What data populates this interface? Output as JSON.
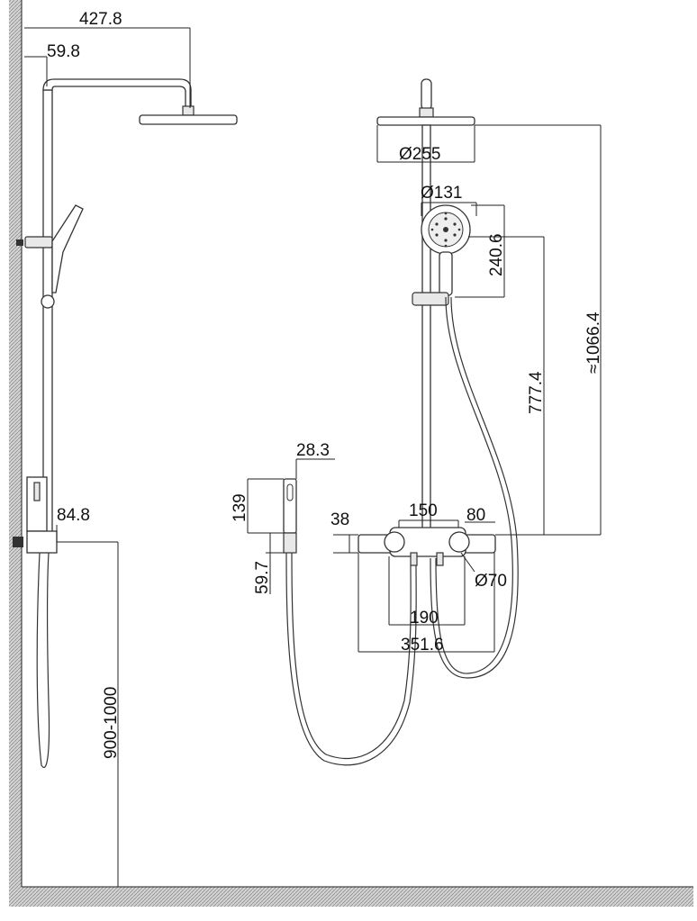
{
  "dimensions": {
    "arm_reach": "427.8",
    "arm_offset": "59.8",
    "mixer_depth": "84.8",
    "install_height": "900-1000",
    "rain_head_diameter": "Ø255",
    "hand_head_diameter": "Ø131",
    "hand_shower_length": "240.6",
    "overall_height": "≈1066.4",
    "riser_height": "777.4",
    "holder_width": "28.3",
    "holder_height": "139",
    "holder_base": "59.7",
    "mixer_body_height": "38",
    "handle_spacing": "150",
    "handle_width": "80",
    "handle_diameter": "Ø70",
    "inlet_spacing": "190",
    "mixer_length": "351.6"
  },
  "colors": {
    "line": "#222222",
    "wall_hatch": "#9a9a9a",
    "wall_fill": "#cfcfcf"
  }
}
